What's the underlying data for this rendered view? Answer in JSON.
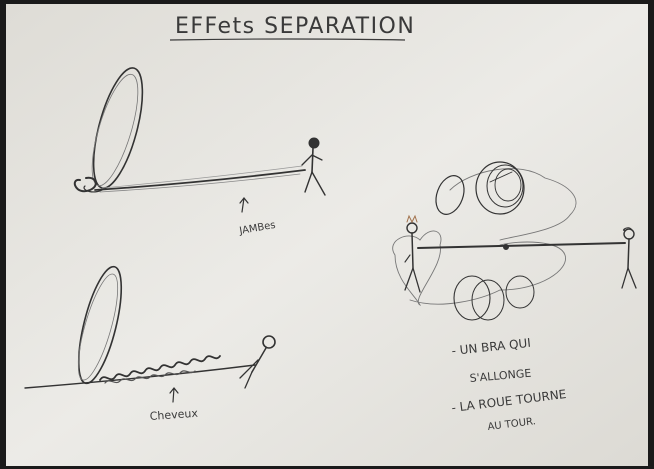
{
  "sketch": {
    "title": "EFFets SEPARATION",
    "labels": {
      "jambes": "JAMBes",
      "cheveux": "Cheveux"
    },
    "notes": [
      "- UN BRA QUI",
      "S'ALLONGE",
      "- LA ROUE TOURNE",
      "AU TOUR."
    ]
  },
  "colors": {
    "paper": "#e9e8e4",
    "pencil": "#3a3a3a",
    "pencil_light": "#8a8a8a",
    "background": "#1a1a1a"
  }
}
